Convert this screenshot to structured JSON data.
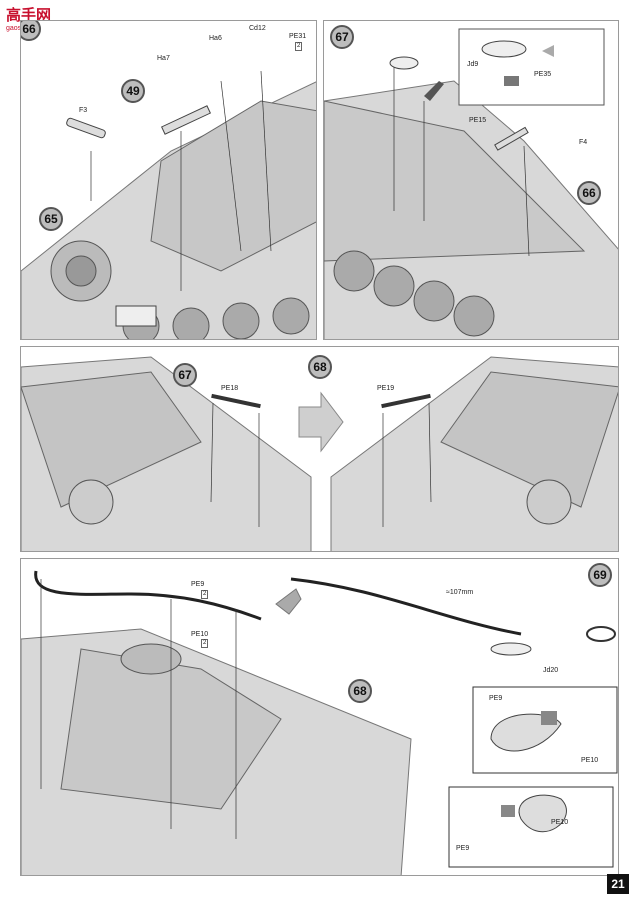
{
  "site": {
    "name": "高手网",
    "url": "gaoshou.com"
  },
  "page_number": "21",
  "steps": {
    "s66": "66",
    "s67": "67",
    "s68": "68",
    "s69": "69",
    "s49": "49",
    "s65": "65",
    "s67ref": "67",
    "s68ref": "68",
    "s66ref": "66"
  },
  "parts": {
    "cd12": "Cd12",
    "pe31": "PE31",
    "ha6": "Ha6",
    "ha7": "Ha7",
    "f3": "F3",
    "jd9": "Jd9",
    "pe35": "PE35",
    "pe15": "PE15",
    "f4": "F4",
    "pe18": "PE18",
    "pe19": "PE19",
    "pe9": "PE9",
    "pe10": "PE10",
    "cable_len": "≈107mm",
    "jd20": "Jd20",
    "d1_pe9": "PE9",
    "d1_pe10": "PE10",
    "d2_pe10": "PE10",
    "d2_pe9": "PE9"
  },
  "pe_marks": {
    "m1": "2",
    "m2": "2",
    "m3": "2"
  }
}
